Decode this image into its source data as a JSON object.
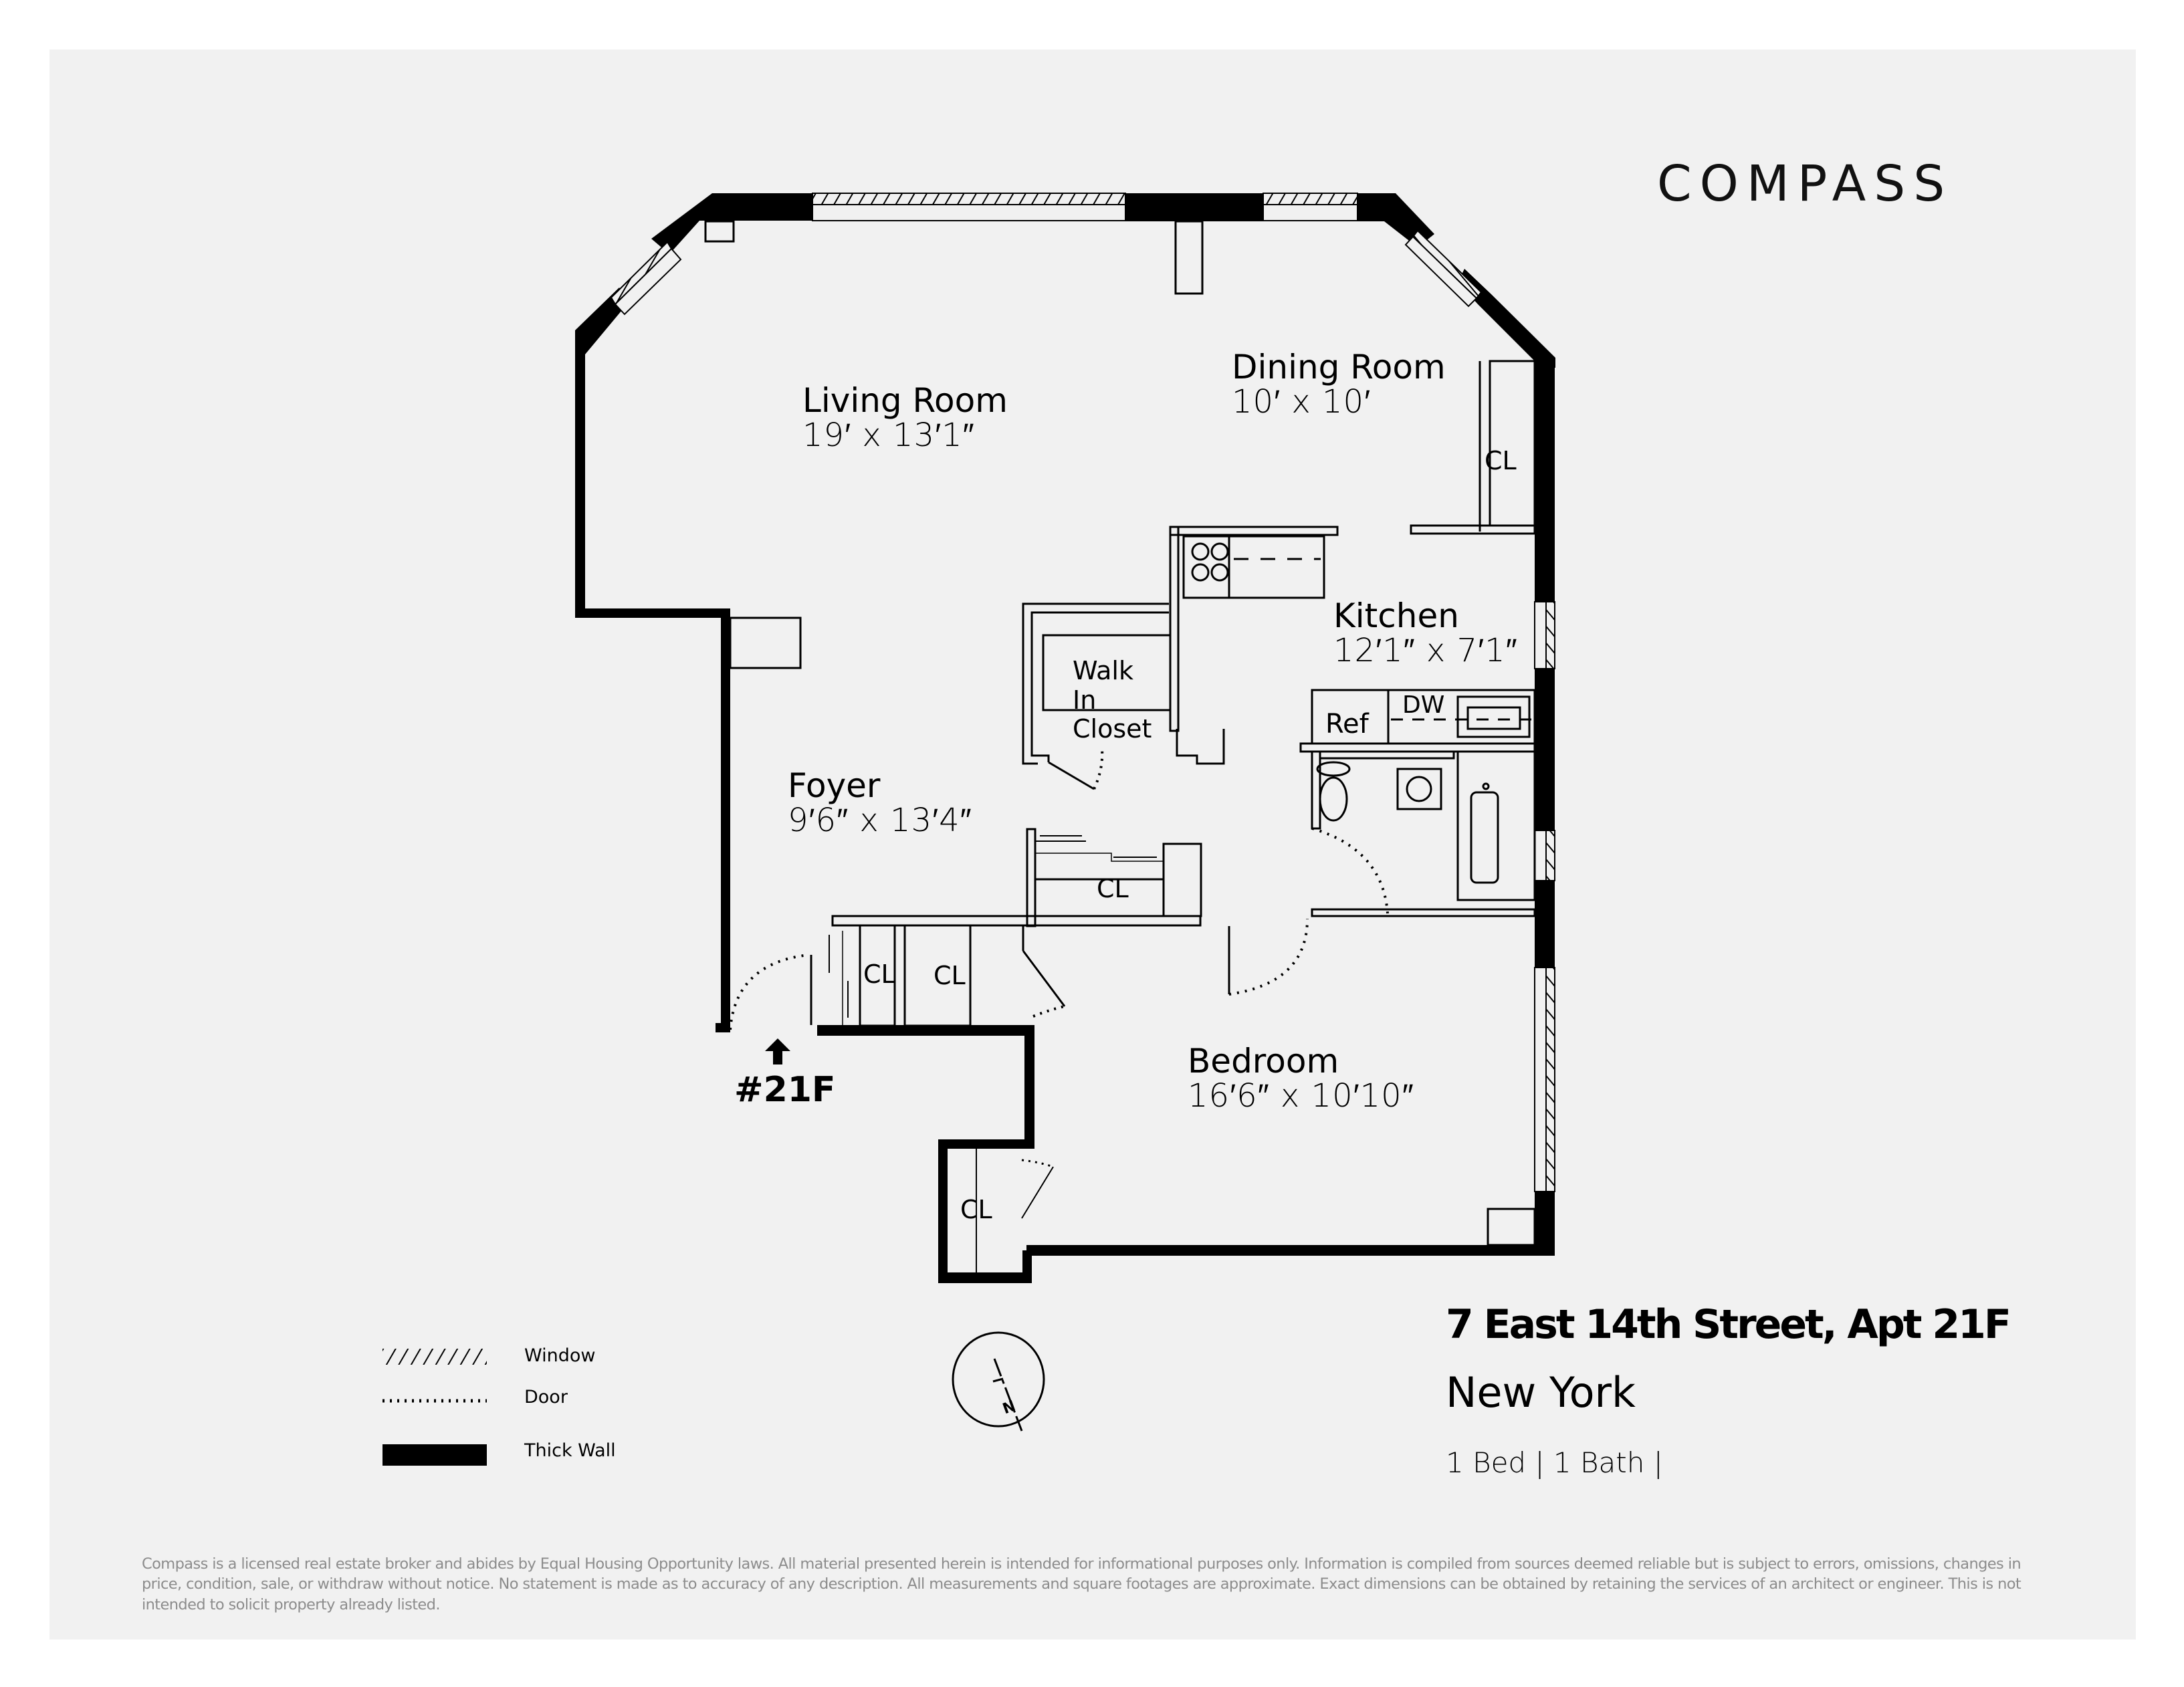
{
  "brand": {
    "logo_text": "COMPASS"
  },
  "floorplan": {
    "unit_entry_label": "#21F",
    "rooms": [
      {
        "id": "living-room",
        "name": "Living Room",
        "dims": "19′ x 13′1″"
      },
      {
        "id": "dining-room",
        "name": "Dining Room",
        "dims": "10′ x 10′"
      },
      {
        "id": "kitchen",
        "name": "Kitchen",
        "dims": "12′1″ x 7′1″"
      },
      {
        "id": "foyer",
        "name": "Foyer",
        "dims": "9′6″ x 13′4″"
      },
      {
        "id": "bedroom",
        "name": "Bedroom",
        "dims": "16′6″ x 10′10″"
      }
    ],
    "fixtures": {
      "walk_in_closet": [
        "Walk",
        "In",
        "Closet"
      ],
      "refrigerator": "Ref",
      "dishwasher": "DW",
      "closet_dining": "CL",
      "closet_foyer": "CL",
      "closet_entry_1": "CL",
      "closet_entry_2": "CL",
      "closet_bedroom": "CL"
    }
  },
  "legend": {
    "items": [
      {
        "id": "window",
        "label": "Window"
      },
      {
        "id": "door",
        "label": "Door"
      },
      {
        "id": "thick-wall",
        "label": "Thick Wall"
      }
    ]
  },
  "compass_rose": {
    "north_label": "N"
  },
  "listing": {
    "address": "7 East 14th Street, Apt 21F",
    "city": "New York",
    "summary": "1 Bed | 1 Bath |"
  },
  "disclaimer": "Compass is a licensed real estate broker and abides by Equal Housing Opportunity laws. All material presented herein is intended for informational purposes only. Information is compiled from sources deemed reliable but is subject to errors, omissions, changes in price, condition, sale, or withdraw without notice. No statement is made as to accuracy of any description. All measurements and square footages are approximate. Exact dimensions can be obtained by retaining the services of an architect or engineer. This is not intended to solicit property already listed.",
  "colors": {
    "panel_bg": "#f1f1f1",
    "ink": "#000000",
    "disclaimer": "#8c8c8c"
  }
}
